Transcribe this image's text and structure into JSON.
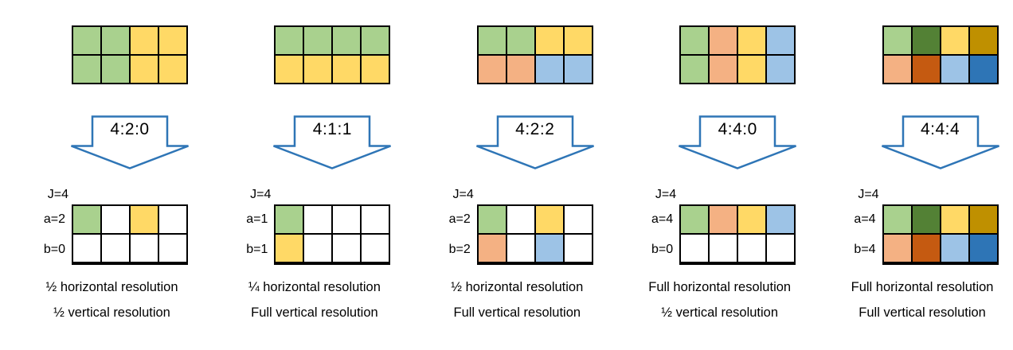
{
  "palette": {
    "green": "#a9d18e",
    "dark_green": "#538135",
    "yellow": "#ffd966",
    "dark_yellow": "#bf9000",
    "orange": "#f4b183",
    "dark_orange": "#c55a11",
    "blue": "#9dc3e6",
    "dark_blue": "#2e75b6",
    "white": "#ffffff",
    "grid_line": "#000000",
    "arrow_stroke": "#2e75b6",
    "arrow_fill": "#ffffff"
  },
  "columns": [
    {
      "ratio": "4:2:0",
      "top_grid": [
        [
          "green",
          "green",
          "yellow",
          "yellow"
        ],
        [
          "green",
          "green",
          "yellow",
          "yellow"
        ]
      ],
      "j_label": "J=4",
      "a_label": "a=2",
      "b_label": "b=0",
      "bottom_grid": [
        [
          "green",
          "white",
          "yellow",
          "white"
        ],
        [
          "white",
          "white",
          "white",
          "white"
        ]
      ],
      "horizontal_text": "½ horizontal resolution",
      "vertical_text": "½ vertical resolution"
    },
    {
      "ratio": "4:1:1",
      "top_grid": [
        [
          "green",
          "green",
          "green",
          "green"
        ],
        [
          "yellow",
          "yellow",
          "yellow",
          "yellow"
        ]
      ],
      "j_label": "J=4",
      "a_label": "a=1",
      "b_label": "b=1",
      "bottom_grid": [
        [
          "green",
          "white",
          "white",
          "white"
        ],
        [
          "yellow",
          "white",
          "white",
          "white"
        ]
      ],
      "horizontal_text": "¼ horizontal resolution",
      "vertical_text": "Full vertical resolution"
    },
    {
      "ratio": "4:2:2",
      "top_grid": [
        [
          "green",
          "green",
          "yellow",
          "yellow"
        ],
        [
          "orange",
          "orange",
          "blue",
          "blue"
        ]
      ],
      "j_label": "J=4",
      "a_label": "a=2",
      "b_label": "b=2",
      "bottom_grid": [
        [
          "green",
          "white",
          "yellow",
          "white"
        ],
        [
          "orange",
          "white",
          "blue",
          "white"
        ]
      ],
      "horizontal_text": "½ horizontal resolution",
      "vertical_text": "Full vertical resolution"
    },
    {
      "ratio": "4:4:0",
      "top_grid": [
        [
          "green",
          "orange",
          "yellow",
          "blue"
        ],
        [
          "green",
          "orange",
          "yellow",
          "blue"
        ]
      ],
      "j_label": "J=4",
      "a_label": "a=4",
      "b_label": "b=0",
      "bottom_grid": [
        [
          "green",
          "orange",
          "yellow",
          "blue"
        ],
        [
          "white",
          "white",
          "white",
          "white"
        ]
      ],
      "horizontal_text": "Full horizontal resolution",
      "vertical_text": "½ vertical resolution"
    },
    {
      "ratio": "4:4:4",
      "top_grid": [
        [
          "green",
          "dark_green",
          "yellow",
          "dark_yellow"
        ],
        [
          "orange",
          "dark_orange",
          "blue",
          "dark_blue"
        ]
      ],
      "j_label": "J=4",
      "a_label": "a=4",
      "b_label": "b=4",
      "bottom_grid": [
        [
          "green",
          "dark_green",
          "yellow",
          "dark_yellow"
        ],
        [
          "orange",
          "dark_orange",
          "blue",
          "dark_blue"
        ]
      ],
      "horizontal_text": "Full horizontal resolution",
      "vertical_text": "Full vertical resolution"
    }
  ]
}
